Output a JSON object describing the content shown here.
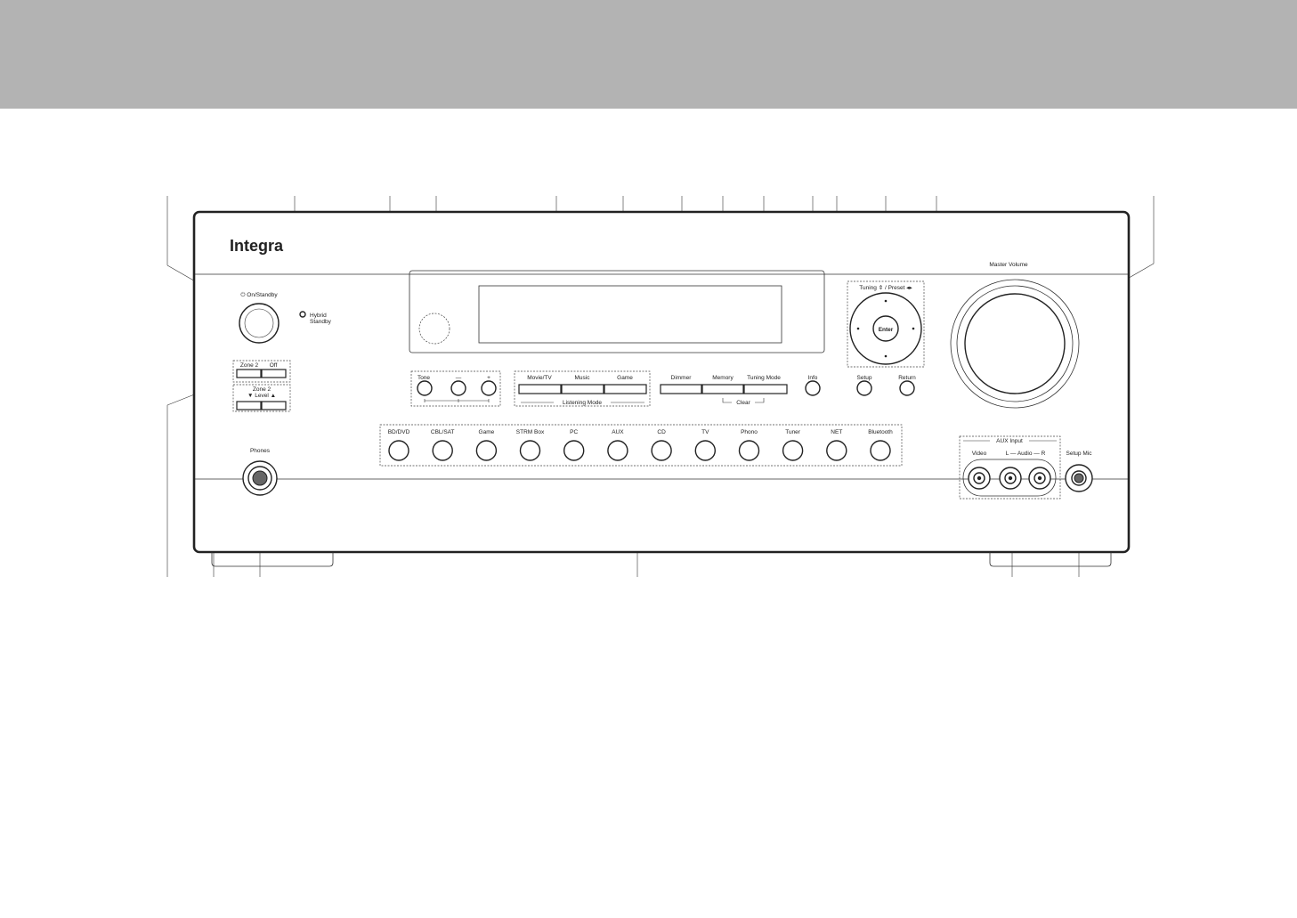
{
  "brand": "Integra",
  "power": {
    "label": "⏻ On/Standby"
  },
  "hybrid_standby": {
    "line1": "Hybrid",
    "line2": "Standby"
  },
  "zone2": {
    "zone2_label": "Zone 2",
    "off_label": "Off",
    "level_top": "Zone 2",
    "level_label": "▼  Level  ▲"
  },
  "tone": {
    "tone_label": "Tone",
    "minus_label": "—",
    "plus_label": "+"
  },
  "listening_mode": {
    "buttons": [
      "Movie/TV",
      "Music",
      "Game"
    ],
    "group_label": "Listening Mode"
  },
  "mid_buttons": {
    "labels": [
      "Dimmer",
      "Memory",
      "Tuning Mode"
    ],
    "clear_label": "Clear"
  },
  "info_label": "Info",
  "setup_label": "Setup",
  "return_label": "Return",
  "tuning_label": "Tuning ⇕ / Preset ◂▸",
  "enter_label": "Enter",
  "master_volume_label": "Master Volume",
  "phones_label": "Phones",
  "inputs": [
    "BD/DVD",
    "CBL/SAT",
    "Game",
    "STRM Box",
    "PC",
    "AUX",
    "CD",
    "TV",
    "Phono",
    "Tuner",
    "NET",
    "Bluetooth"
  ],
  "aux_input": {
    "title": "AUX Input",
    "video": "Video",
    "audio": "L — Audio — R"
  },
  "setup_mic_label": "Setup Mic",
  "colors": {
    "header_band": "#b3b3b3",
    "line": "#222222"
  }
}
